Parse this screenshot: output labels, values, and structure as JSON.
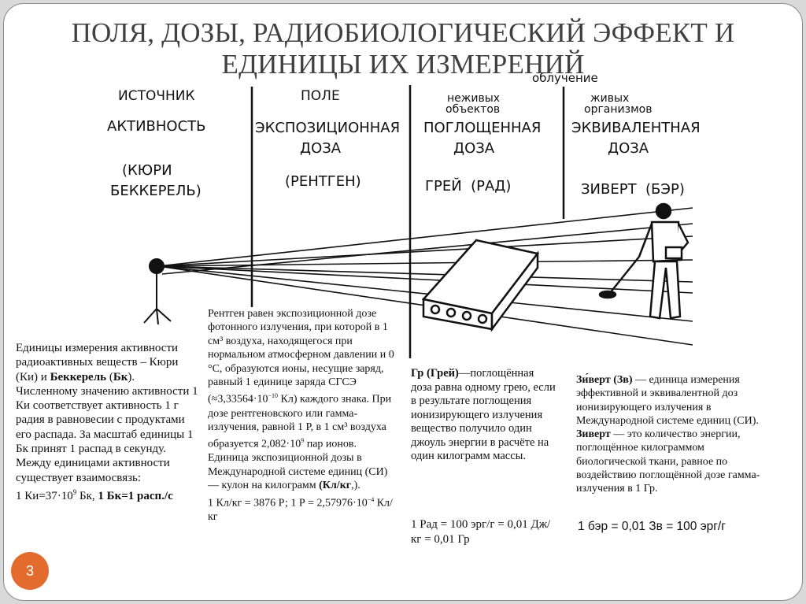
{
  "title": "ПОЛЯ, ДОЗЫ, РАДИОБИОЛОГИЧЕСКИЙ ЭФФЕКТ И ЕДИНИЦЫ ИХ ИЗМЕРЕНИЙ",
  "diagram": {
    "irradiation": "облучение",
    "source": {
      "header": "ИСТОЧНИК",
      "quantity": "АКТИВНОСТЬ",
      "unit1": "(КЮРИ",
      "unit2": "БЕККЕРЕЛЬ)"
    },
    "field": {
      "header": "ПОЛЕ",
      "quantity1": "ЭКСПОЗИЦИОННАЯ",
      "quantity2": "ДОЗА",
      "unit": "(РЕНТГЕН)"
    },
    "nonliving": {
      "header1": "неживых",
      "header2": "объектов",
      "quantity1": "ПОГЛОЩЕННАЯ",
      "quantity2": "ДОЗА",
      "unit": "ГРЕЙ  (РАД)"
    },
    "living": {
      "header1": "живых",
      "header2": "организмов",
      "quantity1": "ЭКВИВАЛЕНТНАЯ",
      "quantity2": "ДОЗА",
      "unit": "ЗИВЕРТ  (БЭР)"
    }
  },
  "col1": {
    "p1_a": "Единицы измерения активности радиоактивных веществ – Кюри (Ки) и ",
    "p1_b": "Беккерель",
    "p1_c": " (",
    "p1_d": "Бк",
    "p1_e": "). Численному значению активности 1 Ки соответствует активность 1 г радия в равновесии с продуктами его распада. За масштаб единицы 1 Бк принят 1 распад в секунду.",
    "p2": "Между единицами активности существует взаимосвязь:",
    "p3_a": "1 Ки=37·10",
    "p3_sup": "9",
    "p3_b": " Бк, ",
    "p3_c": "1 Бк=1 расп./с"
  },
  "col2": {
    "p1": "Рентген равен экспозиционной дозе фотонного излучения, при которой в 1 см³ воздуха, находящегося при нормальном атмосферном давлении и 0 °С, образуются ионы, несущие заряд, равный 1 единице заряда СГСЭ (≈3,33564·10",
    "p1_sup": "−10",
    "p1_b": " Кл) каждого знака. При дозе рентгеновского или гамма-излучения, равной 1 Р, в 1 см³ воздуха образуется 2,082·10",
    "p1_sup2": "9",
    "p1_c": " пар ионов.",
    "p2_a": "Единица экспозиционной дозы в Международной системе единиц (СИ) — кулон на килограмм ",
    "p2_b": "(Кл/кг",
    "p2_c": ",).",
    "p3_a": "1 Кл/кг = 3876 Р; 1 Р = 2,57976·10",
    "p3_sup": "−4",
    "p3_b": " Кл/кг"
  },
  "col3": {
    "p1_a": "Гр (Грей)",
    "p1_b": "—поглощённая доза равна одному грею, если в результате поглощения ионизирующего излучения вещество получило один джоуль энергии в расчёте на один килограмм массы.",
    "p2": "1 Рад = 100 эрг/г = 0,01 Дж/кг = 0,01 Гр"
  },
  "col4": {
    "p1_a": "Зи́верт (Зв)",
    "p1_b": " — единица измерения эффективной и эквивалентной доз ионизирующего излучения в Международной системе единиц (СИ). ",
    "p1_c": "Зиверт",
    "p1_d": " — это количество энергии, поглощённое килограммом биологической ткани, равное по воздействию поглощённой дозе гамма-излучения в 1 Гр.",
    "p2": "1 бэр = 0,01 Зв = 100 эрг/г"
  },
  "page_number": "3",
  "colors": {
    "badge": "#e36b2e",
    "title": "#404040"
  }
}
